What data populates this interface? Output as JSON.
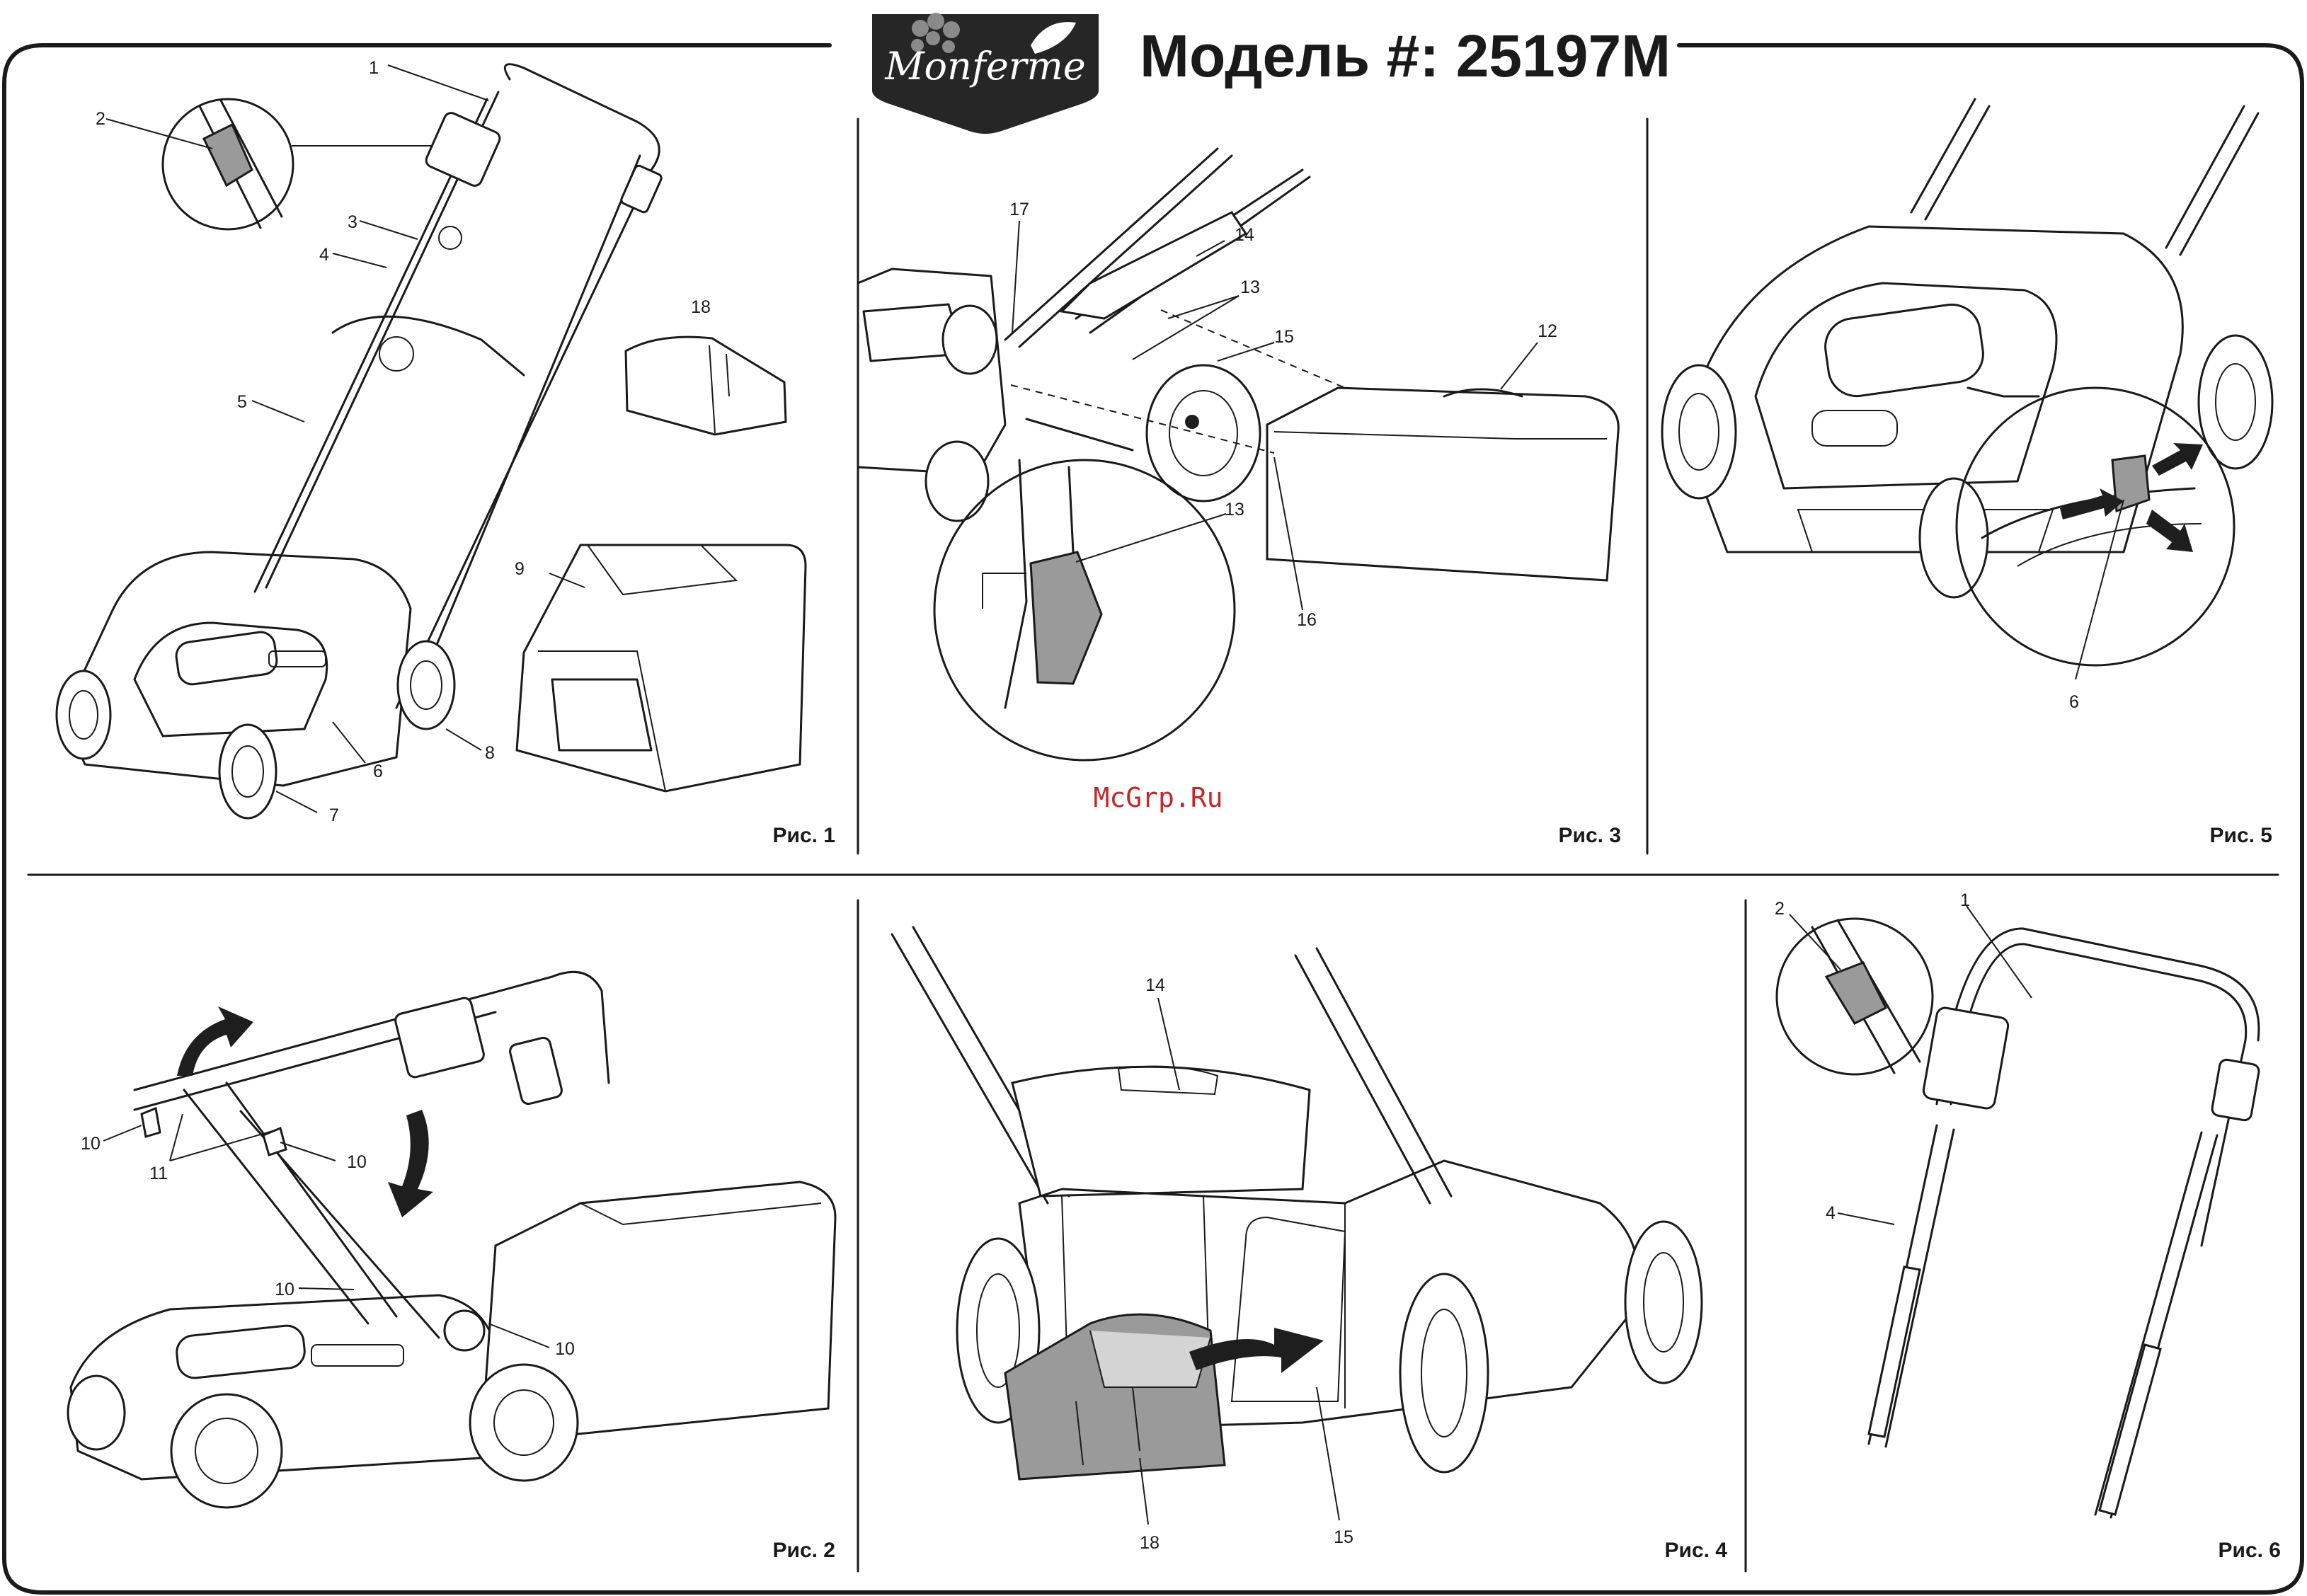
{
  "header": {
    "logo_text": "Monferme",
    "model_title": "Модель #: 25197M"
  },
  "watermark": "McGrp.Ru",
  "figures": [
    {
      "caption": "Рис. 1",
      "callouts": [
        "1",
        "2",
        "3",
        "4",
        "5",
        "6",
        "7",
        "8",
        "9",
        "18"
      ]
    },
    {
      "caption": "Рис. 3",
      "callouts": [
        "12",
        "13",
        "13",
        "14",
        "15",
        "16",
        "17"
      ]
    },
    {
      "caption": "Рис. 5",
      "callouts": [
        "6"
      ]
    },
    {
      "caption": "Рис. 2",
      "callouts": [
        "10",
        "10",
        "10",
        "10",
        "11"
      ]
    },
    {
      "caption": "Рис. 4",
      "callouts": [
        "14",
        "15",
        "18"
      ]
    },
    {
      "caption": "Рис. 6",
      "callouts": [
        "1",
        "2",
        "4"
      ]
    }
  ],
  "colors": {
    "ink": "#1a1a1a",
    "logo_badge": "#262626",
    "watermark": "#c62828",
    "part_highlight": "#9a9a9a"
  }
}
